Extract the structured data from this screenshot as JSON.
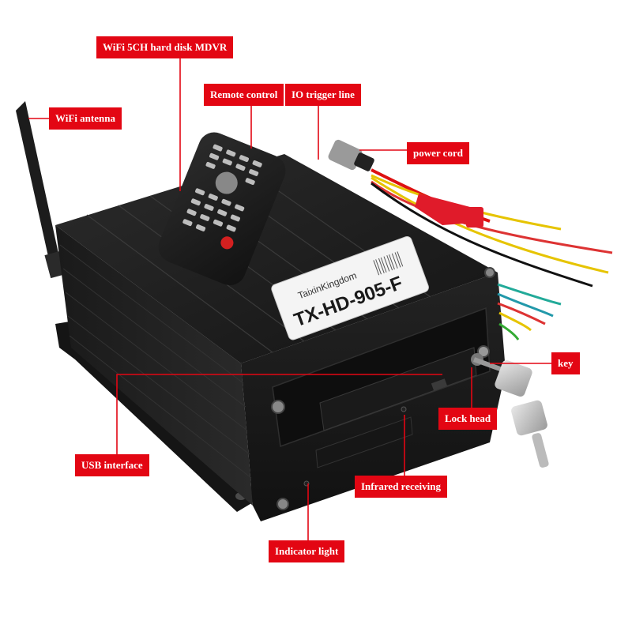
{
  "callouts": {
    "wifi_mdvr": "WiFi 5CH hard disk MDVR",
    "remote_control": "Remote control",
    "io_trigger": "IO trigger line",
    "wifi_antenna": "WiFi antenna",
    "power_cord": "power cord",
    "key": "key",
    "lock_head": "Lock head",
    "usb_interface": "USB interface",
    "infrared_receiving": "Infrared receiving",
    "indicator_light": "Indicator light"
  },
  "device_label": {
    "brand": "TaixinKingdom",
    "model": "TX-HD-905-F"
  },
  "colors": {
    "callout_red": "#e30613",
    "device_black": "#1b1b1b",
    "label_white": "#f4f4f4"
  }
}
